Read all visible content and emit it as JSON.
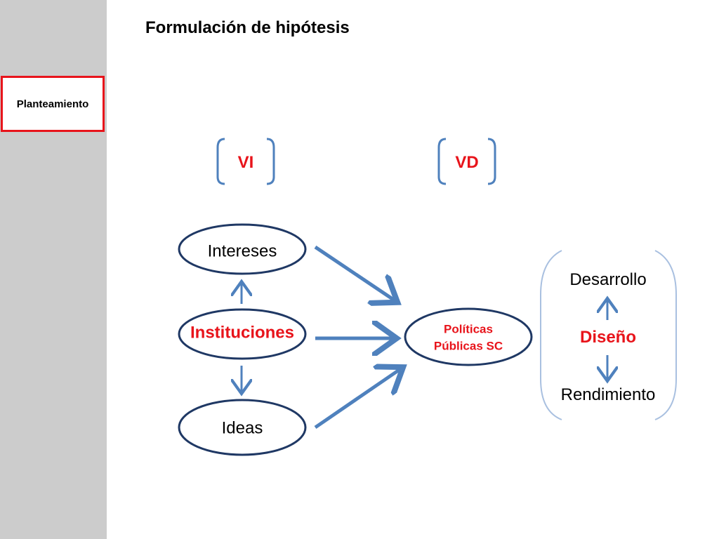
{
  "sidebar": {
    "section_label": "Planteamiento"
  },
  "title": "Formulación de hipótesis",
  "labels": {
    "vi": "VI",
    "vd": "VD"
  },
  "nodes": {
    "intereses": "Intereses",
    "instituciones": "Instituciones",
    "ideas": "Ideas",
    "politicas_line1": "Políticas",
    "politicas_line2": "Públicas SC"
  },
  "outcome": {
    "desarrollo": "Desarrollo",
    "diseno": "Diseño",
    "rendimiento": "Rendimiento"
  },
  "colors": {
    "accent_red": "#e8141b",
    "arrow_blue": "#4f81bd",
    "oval_border": "#1f3864",
    "sidebar_gray": "#cccccc"
  }
}
